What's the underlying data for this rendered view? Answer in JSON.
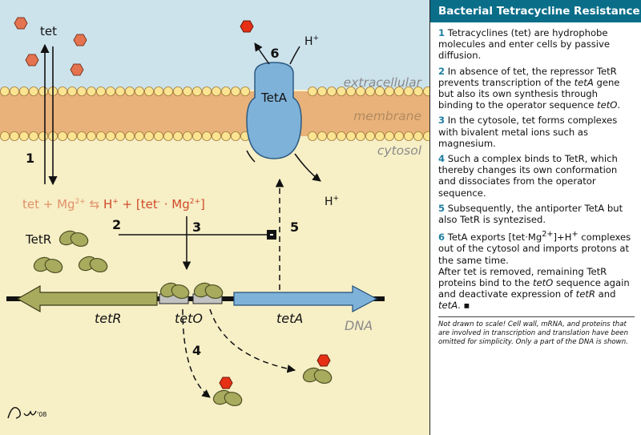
{
  "panel": {
    "title": "Bacterial Tetracycline Resistance",
    "steps": [
      {
        "num": "1",
        "text": "Tetracyclines (tet) are hydrophobe molecules and enter cells by passive diffusion."
      },
      {
        "num": "2",
        "pre": "In absence of tet, the repressor TetR prevents transcription of the ",
        "gene": "tetA",
        "mid": " gene but also its own synthesis through binding to the operator sequence ",
        "op": "tetO",
        "post": "."
      },
      {
        "num": "3",
        "text": "In the cytosole, tet forms complexes with bivalent metal ions such as magnesium."
      },
      {
        "num": "4",
        "text": "Such a complex binds to TetR, which thereby changes its own conformation and dissociates from the operator sequence."
      },
      {
        "num": "5",
        "text": "Subsequently, the antiporter TetA but also TetR is syntezised."
      },
      {
        "num": "6",
        "pre": "TetA exports [tet·Mg",
        "sup": "2+",
        "post": "]+H",
        "sup2": "+",
        "post2": " complexes out of the cytosol and imports protons at the same time."
      }
    ],
    "closing": {
      "pre": "After tet is removed, remaining TetR proteins bind to the ",
      "op": "tetO",
      "mid": " sequence again and deactivate expression of ",
      "g1": "tetR",
      "and": " and ",
      "g2": "tetA",
      "end": ". ▪"
    },
    "note": "Not drawn to scale! Cell wall, mRNA, and proteins that are involved in transcription and translation have been omitted for simplicity. Only a part of the DNA is shown."
  },
  "labels": {
    "tet": "tet",
    "extracellular": "extracellular",
    "membrane": "membrane",
    "cytosol": "cytosol",
    "tetA_protein": "TetA",
    "tetR_protein": "TetR",
    "h_plus": "H",
    "plus_sup": "+",
    "dna": "DNA",
    "gene_tetR": "tetR",
    "gene_tetO": "tetO",
    "gene_tetA": "tetA",
    "signature": "P. W. '08"
  },
  "equation": {
    "p1": "tet + Mg",
    "s1": "2+",
    "arrows": " ⇆ ",
    "p2": "H",
    "s2": "+",
    "p3": " + [tet",
    "s3": "-",
    "p4": " · Mg",
    "s4": "2+",
    "p5": "]"
  },
  "step_numbers": {
    "one": "1",
    "two": "2",
    "three": "3",
    "four": "4",
    "five": "5",
    "six": "6"
  },
  "colors": {
    "extracellular_bg": "#cde3ec",
    "cytosol_bg": "#f7efc6",
    "membrane": "#e8b27a",
    "head": "#fbe492",
    "tetA": "#7fb2d9",
    "tetR": "#a8ab5e",
    "tet": "#e57350",
    "tet_red": "#e53015",
    "title_bar": "#0a6e89",
    "step_num": "#1f7ea0"
  }
}
